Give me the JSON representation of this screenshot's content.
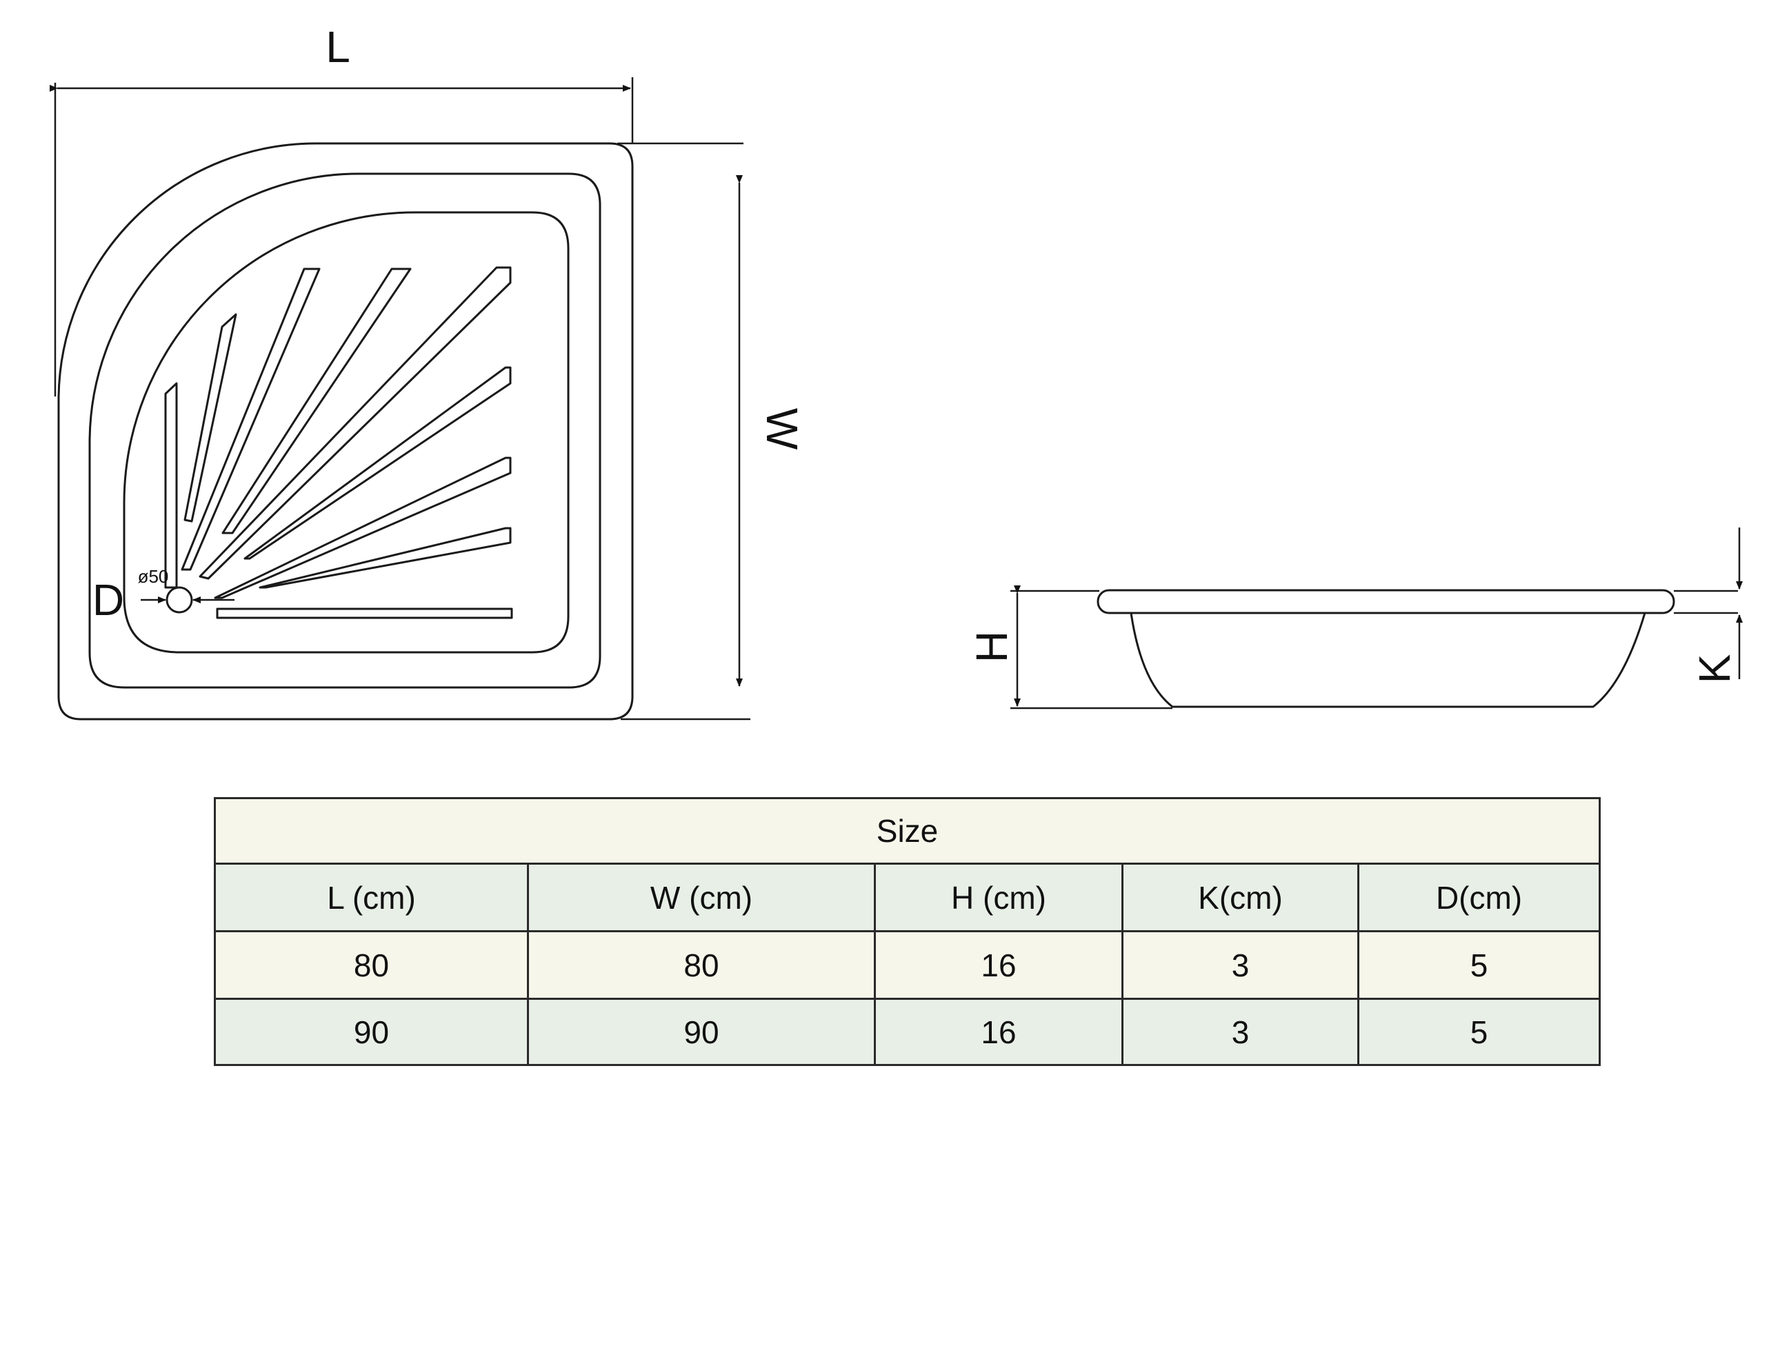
{
  "top_view": {
    "length_label": "L",
    "width_label": "W",
    "drain_label": "D",
    "drain_diameter_label": "ø50"
  },
  "side_view": {
    "height_label": "H",
    "rim_label": "K"
  },
  "size_table": {
    "title": "Size",
    "headers": [
      "L (cm)",
      "W (cm)",
      "H (cm)",
      "K(cm)",
      "D(cm)"
    ],
    "rows": [
      [
        "80",
        "80",
        "16",
        "3",
        "5"
      ],
      [
        "90",
        "90",
        "16",
        "3",
        "5"
      ]
    ]
  }
}
